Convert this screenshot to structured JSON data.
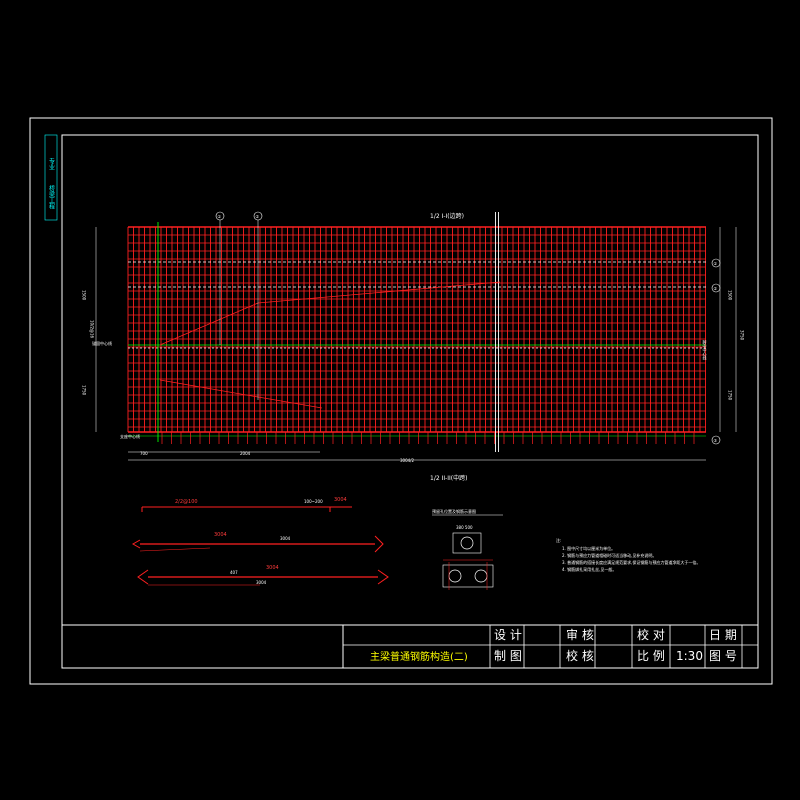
{
  "stamp": {
    "line1": "专业",
    "line2": "桥梁工程"
  },
  "elevation": {
    "title_top": "1/2 I-I(边跨)",
    "title_bottom": "1/2 II-II(中跨)",
    "left_label_upper": "锚固中心线",
    "left_label_lower": "支座中心线",
    "right_label": "跨中中心线",
    "dim_bottom_left": "700",
    "dim_bottom_mid": "2004",
    "dim_bottom_total": "3004/2",
    "dim_left_upper": "1500",
    "dim_left_mid": "10/2@16",
    "dim_left_lower": "1750",
    "dim_right_upper": "1500",
    "dim_right_total": "3750",
    "dim_right_lower": "1750",
    "callouts": [
      "①",
      "②"
    ],
    "right_markers": [
      "①",
      "②",
      "③"
    ]
  },
  "bar_details": {
    "bar1_top_label": "2/2@100",
    "bar1_len": "3004",
    "bar1_mid": "3004",
    "bar2_small": "100~200",
    "bar2_len": "3004",
    "bar3_len": "3004",
    "bar3_mid": "407",
    "bar3_sub": "3004"
  },
  "section_detail": {
    "title": "预留孔位置及钢筋示意图",
    "dim": "380 500"
  },
  "notes": {
    "heading": "注:",
    "lines": [
      "1. 图中尺寸均以厘米为单位。",
      "2. 钢筋与预应力管道相碰时可适当移动,见补充说明。",
      "3. 普通钢筋的搭接长度应满足规范要求,保证钢筋与预应力管道净距大于一倍。",
      "4. 钢筋绑扎采用扎丝,见一般。"
    ]
  },
  "title_block": {
    "drawing_title": "主梁普通钢筋构造(二)",
    "design": "设 计",
    "review": "审 核",
    "check": "校 对",
    "date": "日 期",
    "draw": "制 图",
    "check2": "校 核",
    "scale_label": "比 例",
    "scale_value": "1:30",
    "sheet_no": "图 号"
  },
  "colors": {
    "background": "#000000",
    "frame": "#ffffff",
    "rebar": "#ff2020",
    "centerline": "#00ff00",
    "title": "#ffff00",
    "stamp": "#00ffff"
  }
}
